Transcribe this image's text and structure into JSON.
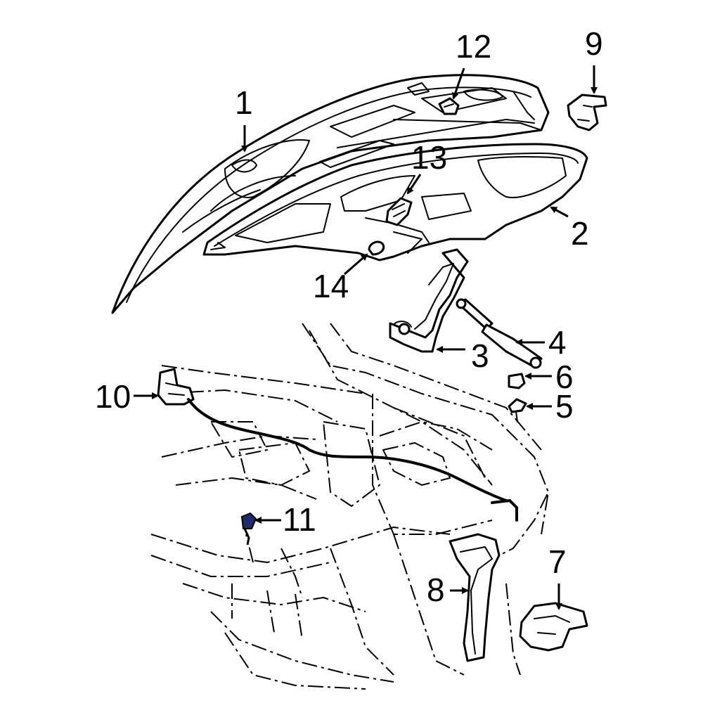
{
  "callouts": {
    "c1": "1",
    "c2": "2",
    "c3": "3",
    "c4": "4",
    "c5": "5",
    "c6": "6",
    "c7": "7",
    "c8": "8",
    "c9": "9",
    "c10": "10",
    "c11": "11",
    "c12": "12",
    "c13": "13",
    "c14": "14"
  },
  "colors": {
    "line": "#000000",
    "background": "#ffffff",
    "highlight_part": "#1f2a6b"
  }
}
